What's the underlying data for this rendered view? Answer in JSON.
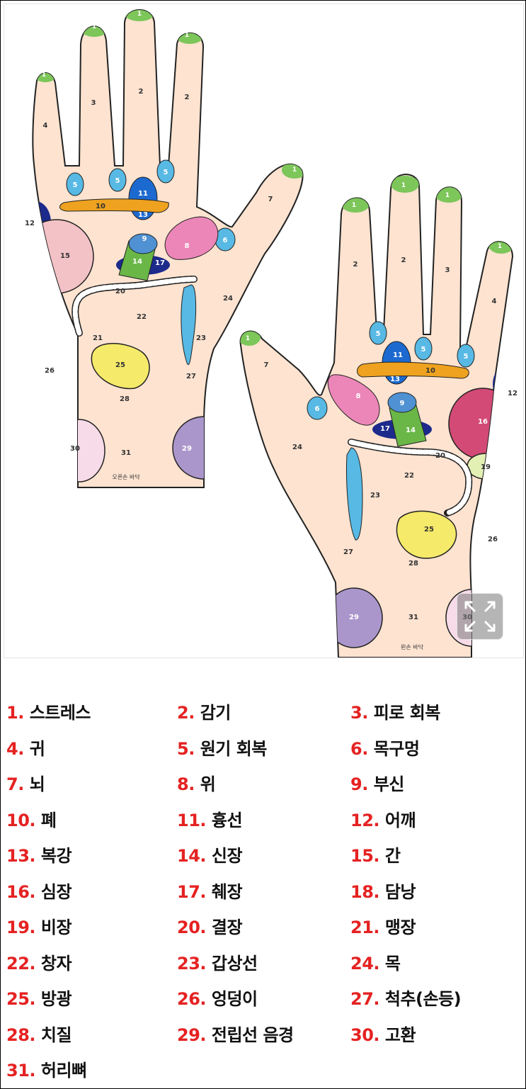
{
  "image": {
    "right_hand_caption": "오른손 바닥",
    "left_hand_caption": "왼손 바닥"
  },
  "legend": [
    {
      "num": "1.",
      "label": "스트레스"
    },
    {
      "num": "2.",
      "label": "감기"
    },
    {
      "num": "3.",
      "label": "피로 회복"
    },
    {
      "num": "4.",
      "label": "귀"
    },
    {
      "num": "5.",
      "label": "원기 회복"
    },
    {
      "num": "6.",
      "label": "목구멍"
    },
    {
      "num": "7.",
      "label": "뇌"
    },
    {
      "num": "8.",
      "label": "위"
    },
    {
      "num": "9.",
      "label": "부신"
    },
    {
      "num": "10.",
      "label": "폐"
    },
    {
      "num": "11.",
      "label": "흉선"
    },
    {
      "num": "12.",
      "label": "어깨"
    },
    {
      "num": "13.",
      "label": "복강"
    },
    {
      "num": "14.",
      "label": "신장"
    },
    {
      "num": "15.",
      "label": "간"
    },
    {
      "num": "16.",
      "label": "심장"
    },
    {
      "num": "17.",
      "label": "췌장"
    },
    {
      "num": "18.",
      "label": "담낭"
    },
    {
      "num": "19.",
      "label": "비장"
    },
    {
      "num": "20.",
      "label": "결장"
    },
    {
      "num": "21.",
      "label": "맹장"
    },
    {
      "num": "22.",
      "label": "창자"
    },
    {
      "num": "23.",
      "label": "갑상선"
    },
    {
      "num": "24.",
      "label": "목"
    },
    {
      "num": "25.",
      "label": "방광"
    },
    {
      "num": "26.",
      "label": "엉덩이"
    },
    {
      "num": "27.",
      "label": "척추(손등)"
    },
    {
      "num": "28.",
      "label": "치질"
    },
    {
      "num": "29.",
      "label": "전립선 음경"
    },
    {
      "num": "30.",
      "label": "고환"
    },
    {
      "num": "31.",
      "label": "허리뼈"
    }
  ],
  "colors": {
    "skin": "#fde3d0",
    "tip_green": "#7dc65a",
    "light_blue": "#57b9e4",
    "dark_blue": "#1c2a8c",
    "orange": "#eea21f",
    "pink_stomach": "#ec86b8",
    "pink_liver": "#f3c2c6",
    "heart": "#d24a75",
    "green_kidney": "#6ab748",
    "blue_adrenal": "#4f91d2",
    "yellow": "#f5ea6a",
    "purple": "#ab96cc",
    "pale_pink": "#f7dbe8",
    "spleen": "#e3f0b4",
    "number_red": "#e52222"
  }
}
